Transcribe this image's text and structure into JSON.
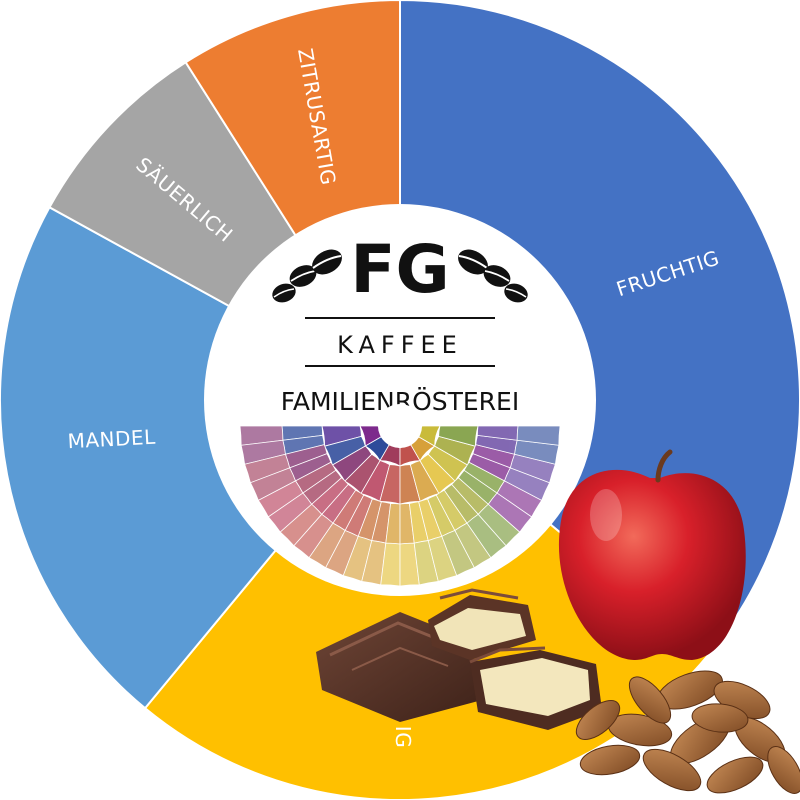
{
  "chart_data": {
    "type": "pie",
    "style": "donut",
    "title": "",
    "start_angle_deg": 0,
    "direction": "clockwise",
    "slices": [
      {
        "label": "FRUCHTIG",
        "value": 36,
        "color": "#4472C4"
      },
      {
        "label": "",
        "value": 25,
        "color": "#FFC000"
      },
      {
        "label": "MANDEL",
        "value": 22,
        "color": "#5B9BD5"
      },
      {
        "label": "SÄUERLICH",
        "value": 8,
        "color": "#A5A5A5"
      },
      {
        "label": "ZITRUSARTIG",
        "value": 9,
        "color": "#ED7D31"
      }
    ],
    "partial_label": "IG"
  },
  "logo": {
    "mark": "FG",
    "line1": "KAFFEE",
    "line2": "FAMILIENRÖSTEREI"
  },
  "decor": {
    "flavor_wheel": "flavor-wheel-image",
    "chocolate": "chocolate-image",
    "apple": "apple-image",
    "almonds": "almonds-image"
  }
}
